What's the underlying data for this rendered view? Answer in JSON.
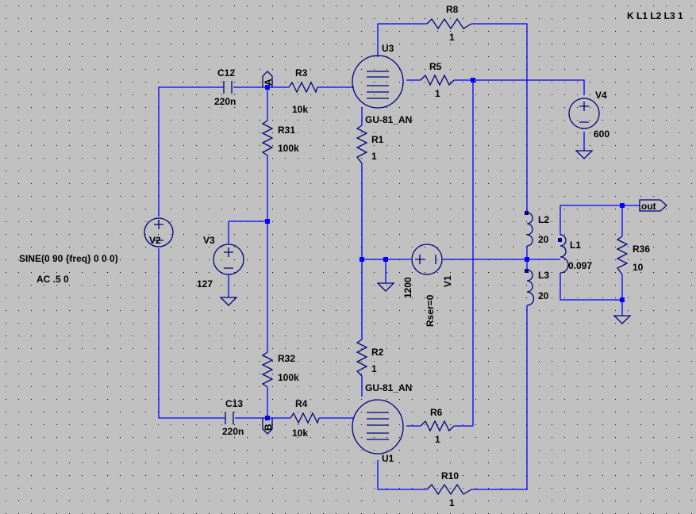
{
  "schematic": {
    "directive": "K L1 L2 L3 1",
    "source_v2": {
      "name": "V2",
      "value1": "SINE(0 90 {freq} 0 0 0)",
      "value2": "AC .5 0"
    },
    "source_v3": {
      "name": "V3",
      "value": "127"
    },
    "source_v4": {
      "name": "V4",
      "value": "600"
    },
    "source_v1": {
      "name": "V1",
      "value": "1200",
      "param": "Rser=0"
    },
    "c12": {
      "name": "C12",
      "value": "220n"
    },
    "c13": {
      "name": "C13",
      "value": "220n"
    },
    "r3": {
      "name": "R3",
      "value": "10k"
    },
    "r4": {
      "name": "R4",
      "value": "10k"
    },
    "r31": {
      "name": "R31",
      "value": "100k"
    },
    "r32": {
      "name": "R32",
      "value": "100k"
    },
    "r5": {
      "name": "R5",
      "value": "1"
    },
    "r6": {
      "name": "R6",
      "value": "1"
    },
    "r8": {
      "name": "R8",
      "value": "1"
    },
    "r10": {
      "name": "R10",
      "value": "1"
    },
    "r1": {
      "name": "R1",
      "value": "1"
    },
    "r2": {
      "name": "R2",
      "value": "1"
    },
    "r36": {
      "name": "R36",
      "value": "10"
    },
    "l1": {
      "name": "L1",
      "value": "0.097"
    },
    "l2": {
      "name": "L2",
      "value": "20"
    },
    "l3": {
      "name": "L3",
      "value": "20"
    },
    "u3": {
      "name": "U3",
      "model": "GU-81_AN"
    },
    "u1": {
      "name": "U1",
      "model": "GU-81_AN"
    },
    "net_a": "A",
    "net_b": "B",
    "net_out": "out"
  },
  "colors": {
    "background": "#c0c0c0",
    "wire": "#0000ff",
    "component": "#000080",
    "grid_dot": "#000000"
  }
}
